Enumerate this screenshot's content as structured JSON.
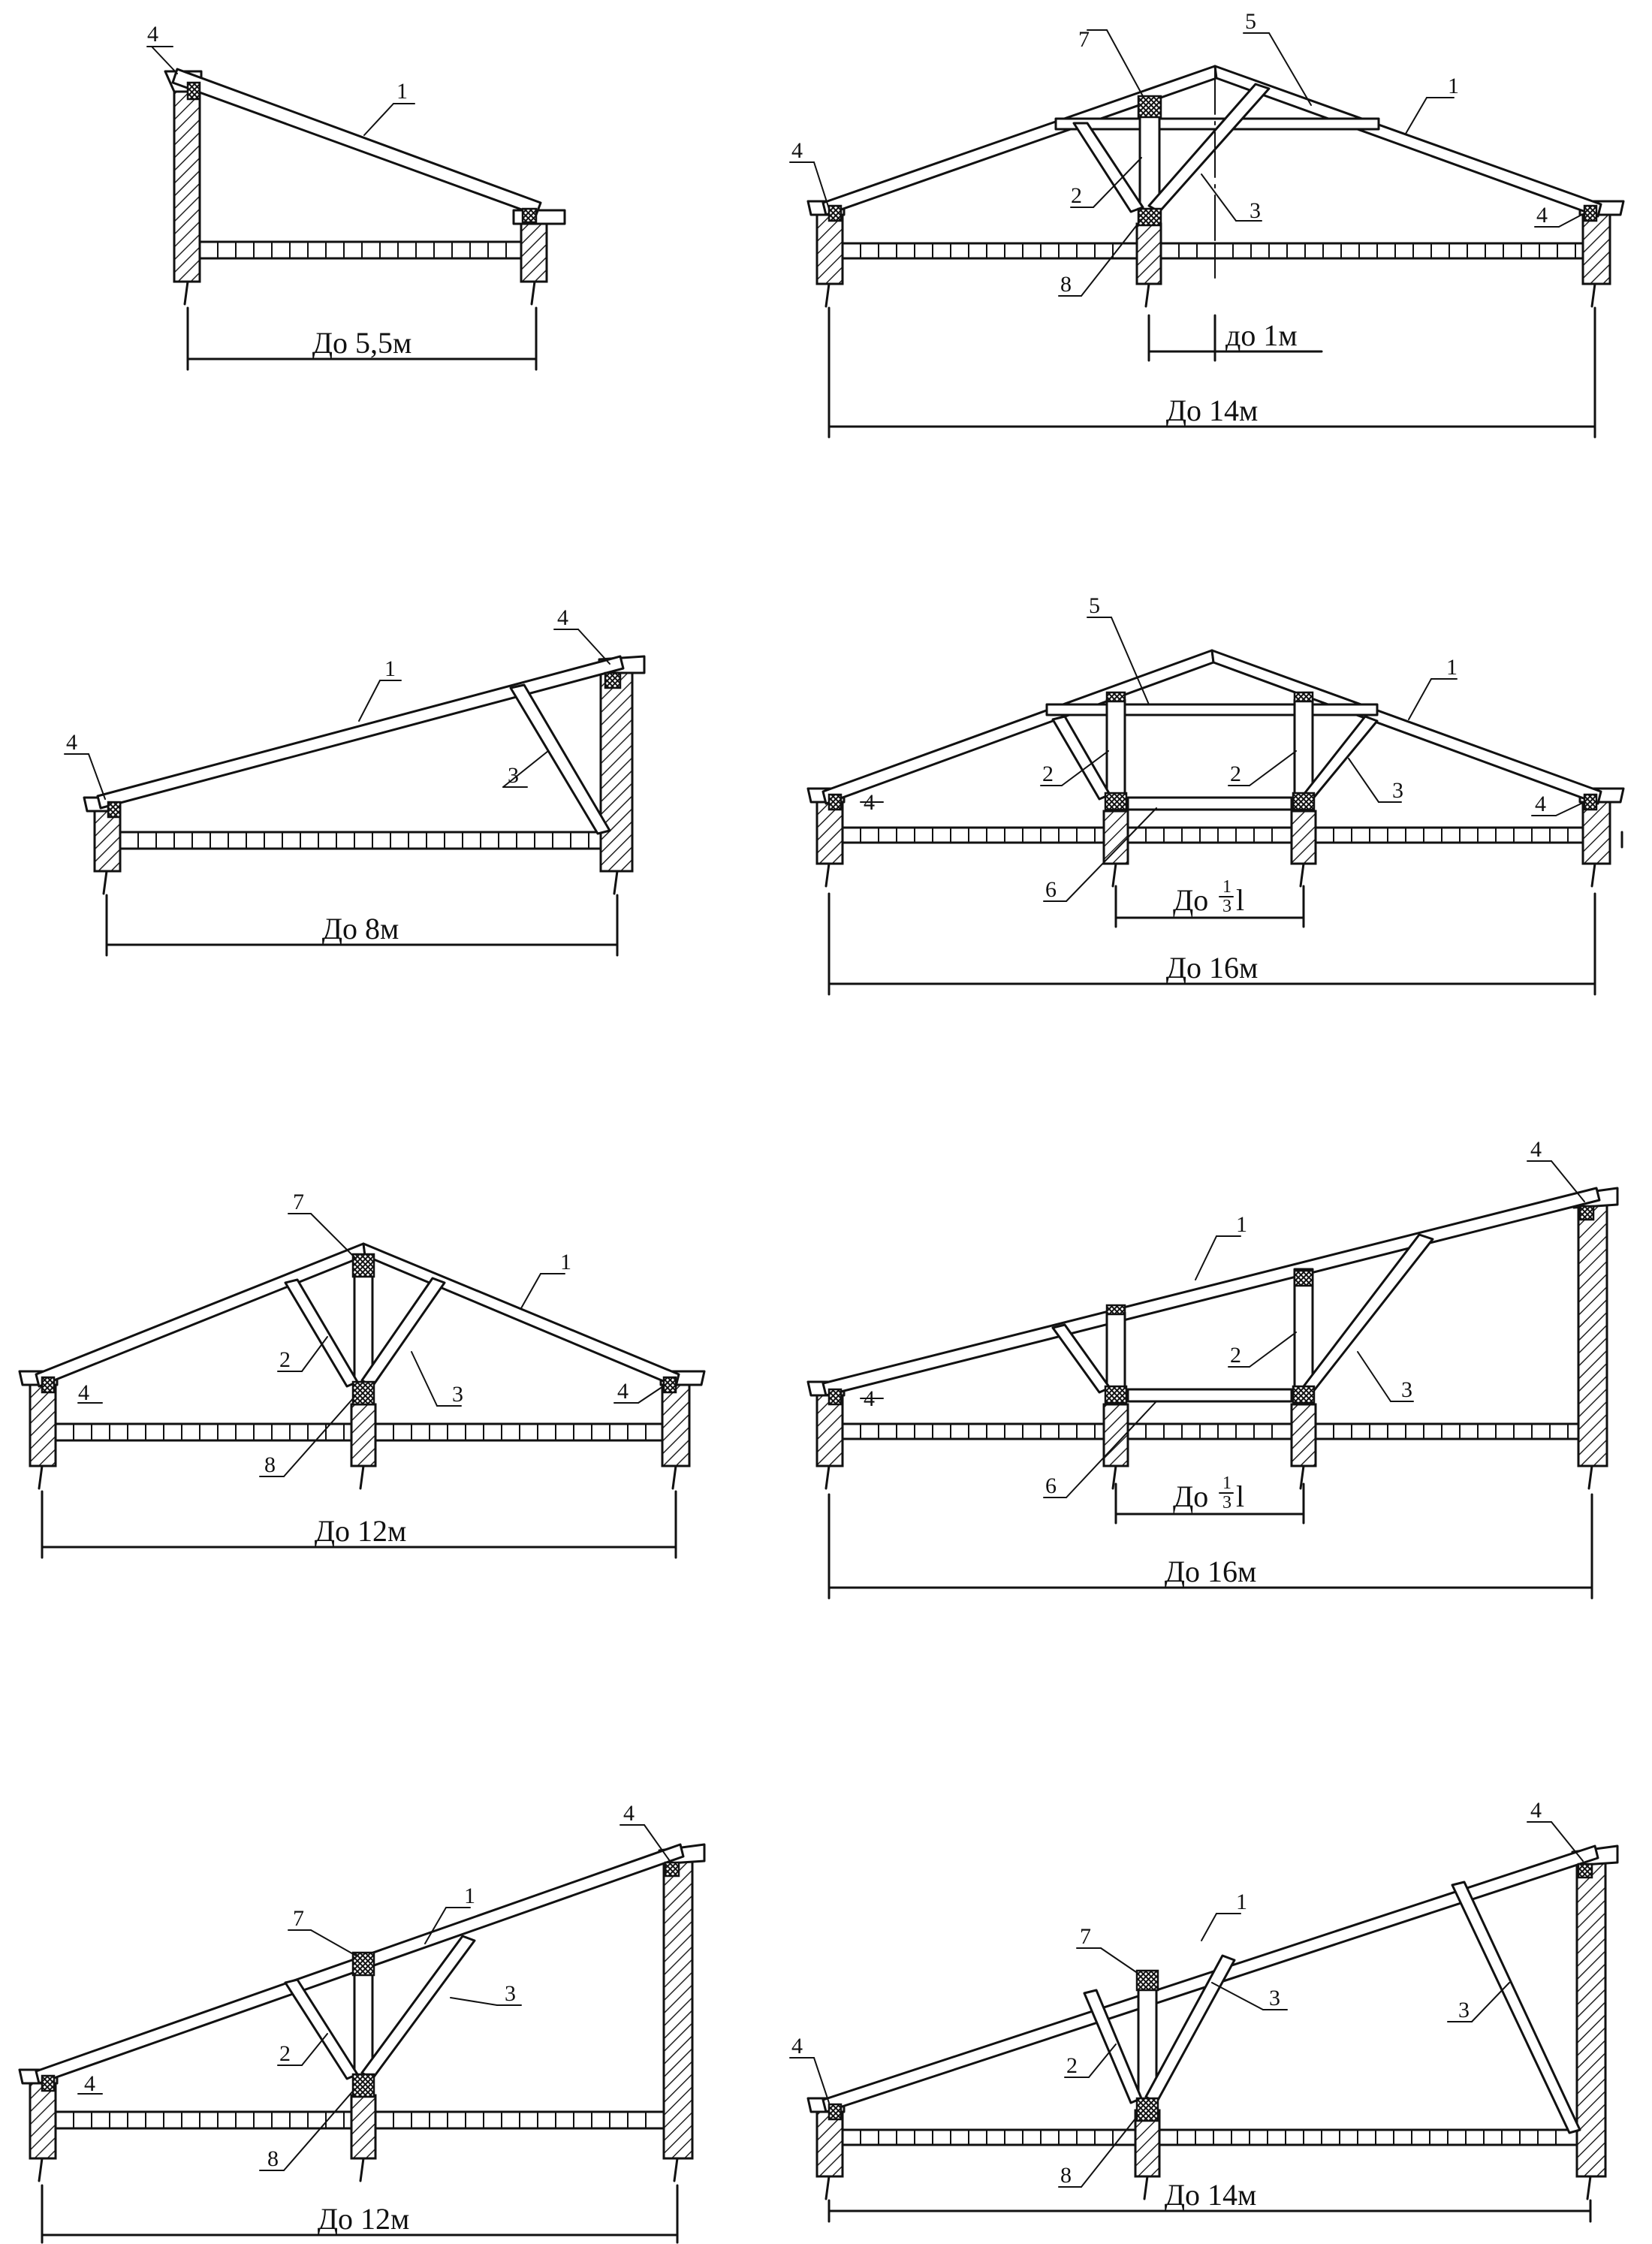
{
  "diagrams": [
    {
      "id": "d1",
      "labels": [
        "4",
        "1"
      ],
      "dims": [
        "До 5,5м"
      ]
    },
    {
      "id": "d2",
      "labels": [
        "7",
        "5",
        "1",
        "4",
        "2",
        "3",
        "4",
        "8"
      ],
      "dims": [
        "до 1м",
        "До 14м"
      ]
    },
    {
      "id": "d3",
      "labels": [
        "4",
        "1",
        "4",
        "3"
      ],
      "dims": [
        "До 8м"
      ]
    },
    {
      "id": "d4",
      "labels": [
        "5",
        "1",
        "4",
        "2",
        "2",
        "3",
        "4",
        "6"
      ],
      "dims": [
        "До",
        "1",
        "3",
        "l",
        "До 16м"
      ]
    },
    {
      "id": "d5",
      "labels": [
        "7",
        "1",
        "2",
        "3",
        "4",
        "4",
        "8"
      ],
      "dims": [
        "До 12м"
      ]
    },
    {
      "id": "d6",
      "labels": [
        "4",
        "1",
        "4",
        "2",
        "3",
        "6"
      ],
      "dims": [
        "До",
        "1",
        "3",
        "l",
        "До 16м"
      ]
    },
    {
      "id": "d7",
      "labels": [
        "4",
        "1",
        "7",
        "3",
        "2",
        "4",
        "8"
      ],
      "dims": [
        "До 12м"
      ]
    },
    {
      "id": "d8",
      "labels": [
        "4",
        "7",
        "1",
        "3",
        "3",
        "2",
        "4",
        "8"
      ],
      "dims": [
        "До 14м"
      ]
    }
  ]
}
